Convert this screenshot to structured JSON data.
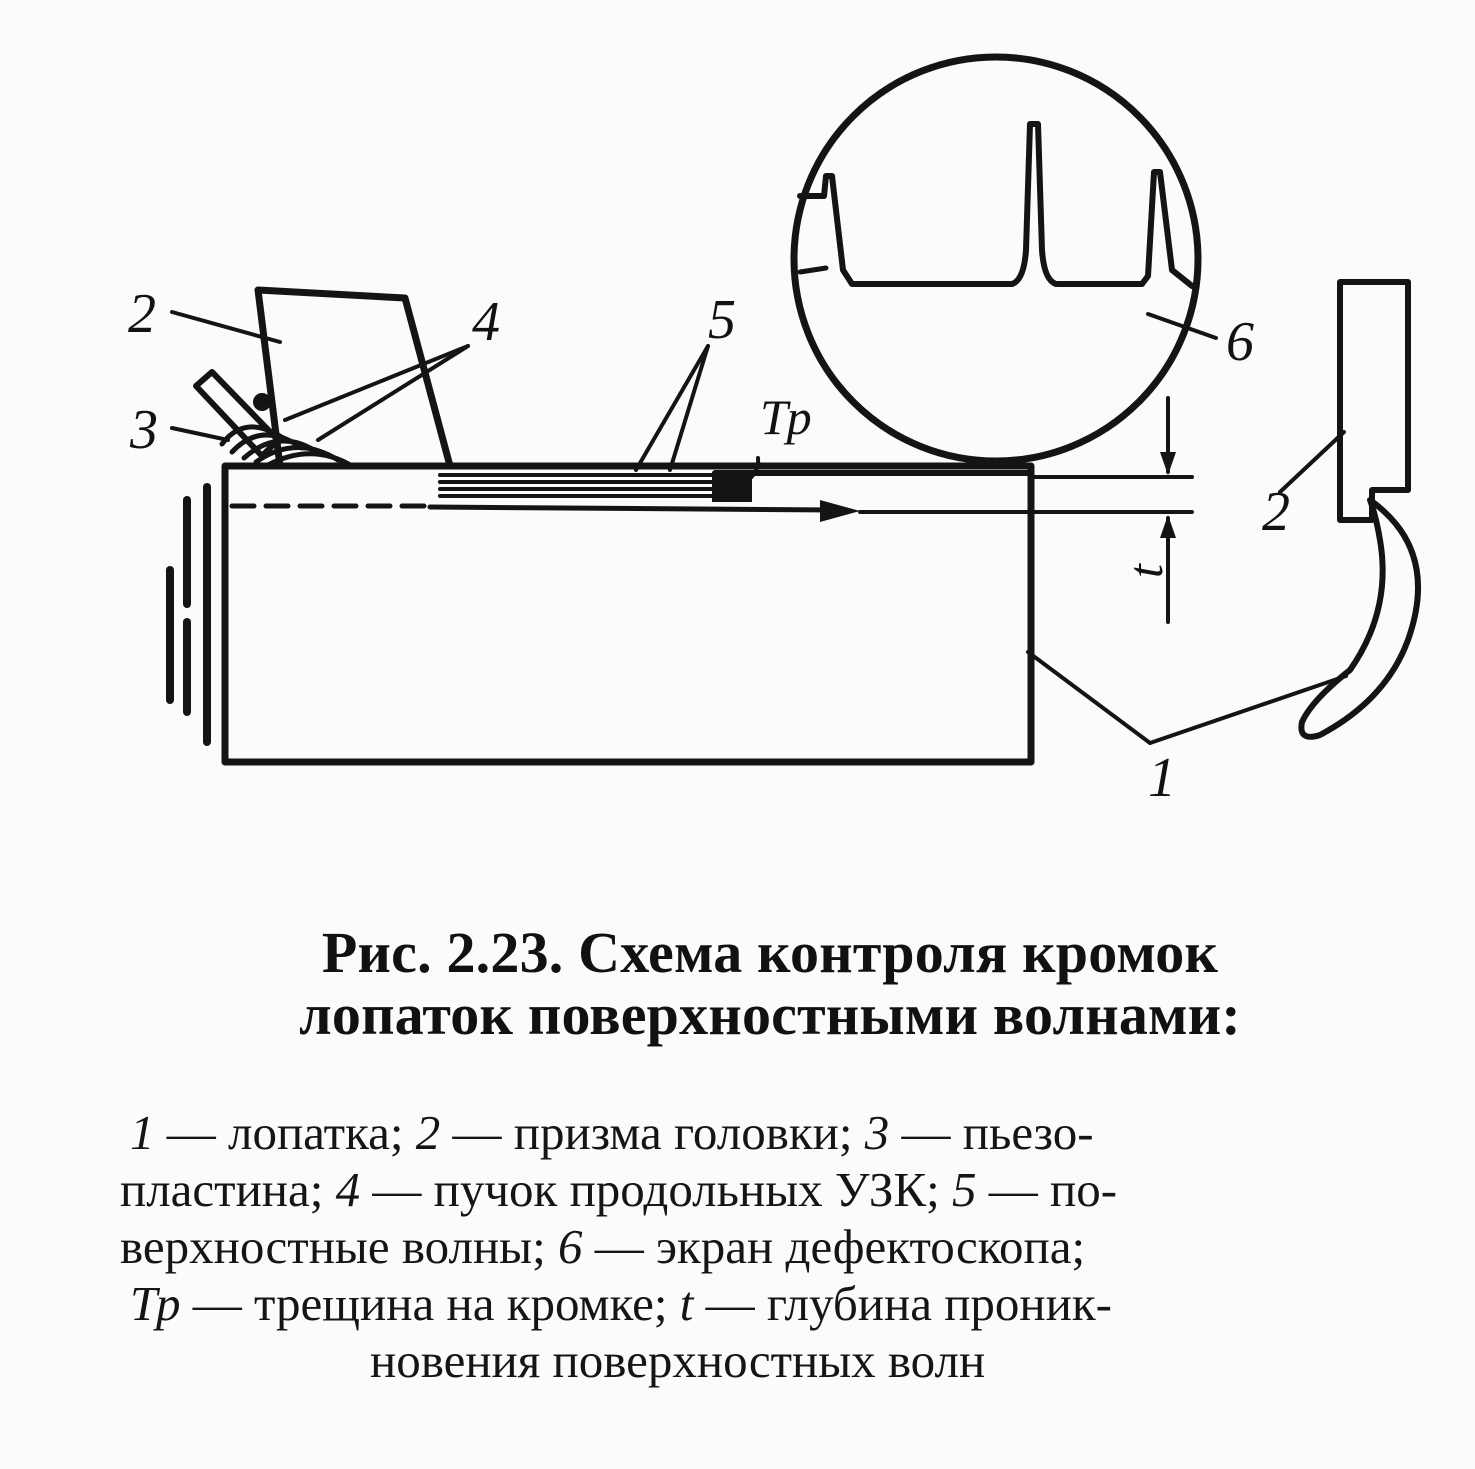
{
  "diagram": {
    "labels": {
      "blade": "1",
      "prism_left": "2",
      "prism_right": "2",
      "piezo_plate": "3",
      "long_beam": "4",
      "surface_waves": "5",
      "screen": "6",
      "crack": "Тр",
      "depth": "t"
    }
  },
  "caption": {
    "title_line1": "Рис. 2.23. Схема контроля кромок",
    "title_line2": "лопаток поверхностными волнами:"
  },
  "legend": {
    "line1": [
      {
        "n": "1",
        "t": " — лопатка; "
      },
      {
        "n": "2",
        "t": " — призма головки; "
      },
      {
        "n": "3",
        "t": " — пьезо-"
      }
    ],
    "line2": [
      {
        "n": "",
        "t": "пластина; "
      },
      {
        "n": "4",
        "t": " — пучок продольных УЗК; "
      },
      {
        "n": "5",
        "t": " — по-"
      }
    ],
    "line3": [
      {
        "n": "",
        "t": "верхностные волны; "
      },
      {
        "n": "6",
        "t": " — экран дефектоскопа;"
      }
    ],
    "line4": [
      {
        "n": "Тр",
        "t": " — трещина на кромке; "
      },
      {
        "n": "t",
        "t": " — глубина проник-"
      }
    ],
    "line5": [
      {
        "n": "",
        "t": "новения поверхностных волн"
      }
    ]
  }
}
